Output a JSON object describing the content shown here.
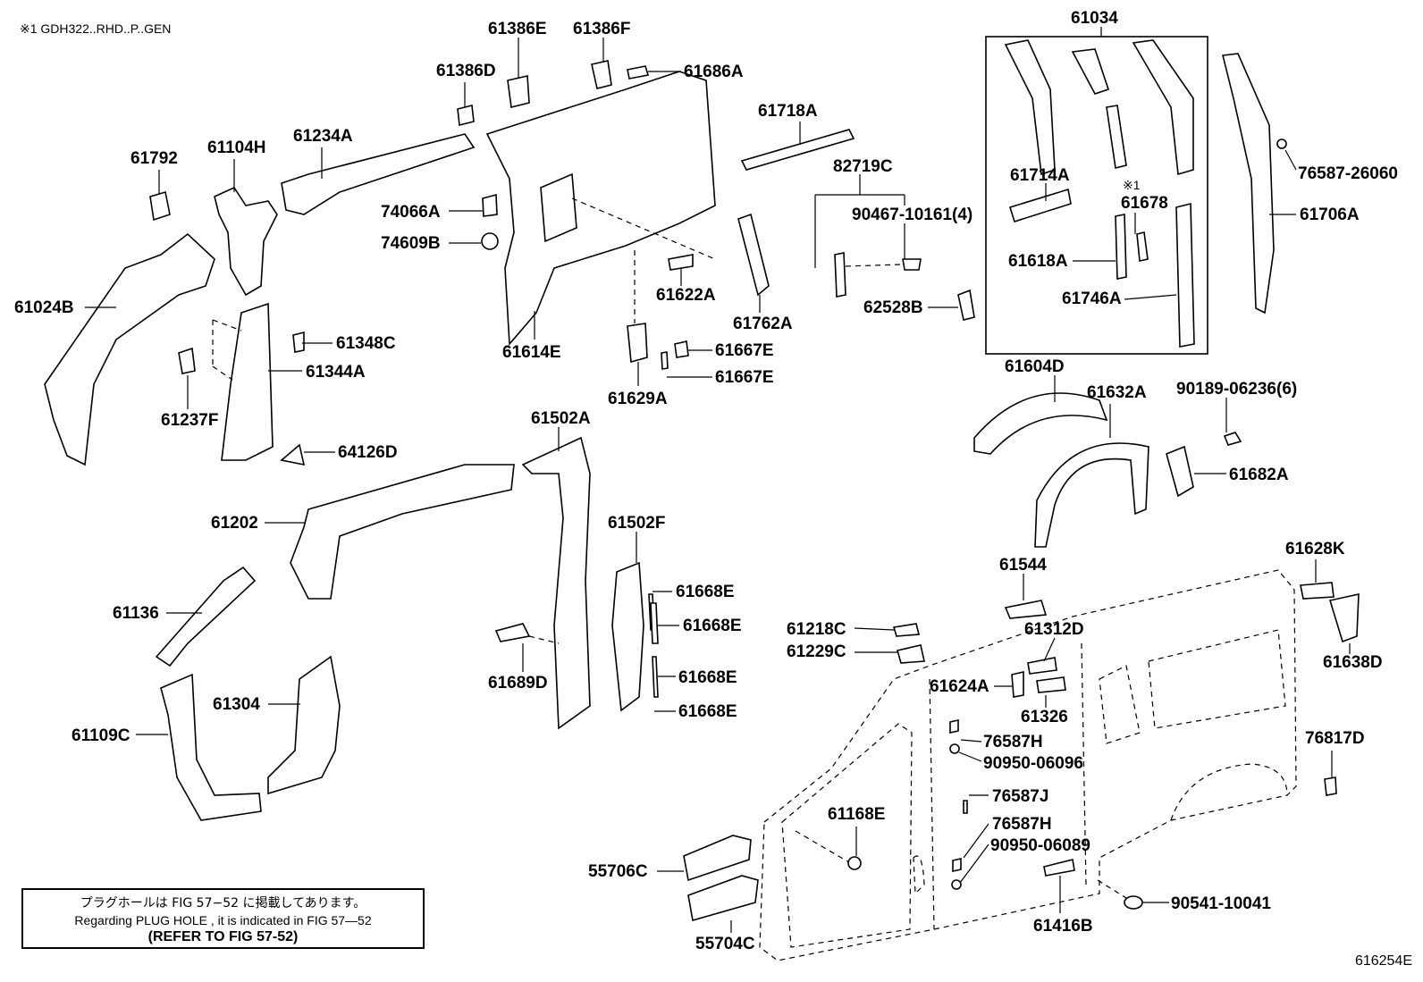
{
  "header_note": "※1 GDH322..RHD..P..GEN",
  "figure_code": "616254E",
  "notice": {
    "line1": "プラグホールは FIG 57−52 に掲載してあります。",
    "line2": "Regarding PLUG HOLE , it is indicated in FIG 57—52",
    "line3": "(REFER TO FIG 57-52)"
  },
  "labels": {
    "p61792": "61792",
    "p61104H": "61104H",
    "p61234A": "61234A",
    "p61386D": "61386D",
    "p61386E": "61386E",
    "p61386F": "61386F",
    "p61686A": "61686A",
    "p61718A": "61718A",
    "p82719C": "82719C",
    "p90467": "90467-10161(4)",
    "p62528B": "62528B",
    "p61034": "61034",
    "p61714A": "61714A",
    "p61678": "61678",
    "p61678_note": "※1",
    "p61618A": "61618A",
    "p61746A": "61746A",
    "p76587_26060": "76587-26060",
    "p61706A": "61706A",
    "p61024B": "61024B",
    "p74066A": "74066A",
    "p74609B": "74609B",
    "p61622A": "61622A",
    "p61762A": "61762A",
    "p61614E": "61614E",
    "p61348C": "61348C",
    "p61344A": "61344A",
    "p61237F": "61237F",
    "p64126D": "64126D",
    "p61667E_1": "61667E",
    "p61667E_2": "61667E",
    "p61629A": "61629A",
    "p61604D": "61604D",
    "p61632A": "61632A",
    "p90189": "90189-06236(6)",
    "p61682A": "61682A",
    "p61502A": "61502A",
    "p61202": "61202",
    "p61502F": "61502F",
    "p61668E_1": "61668E",
    "p61668E_2": "61668E",
    "p61668E_3": "61668E",
    "p61668E_4": "61668E",
    "p61136": "61136",
    "p61689D": "61689D",
    "p61304": "61304",
    "p61109C": "61109C",
    "p61544": "61544",
    "p61628K": "61628K",
    "p61638D": "61638D",
    "p61218C": "61218C",
    "p61229C": "61229C",
    "p61312D": "61312D",
    "p61624A": "61624A",
    "p61326": "61326",
    "p76587H_1": "76587H",
    "p90950_06096": "90950-06096",
    "p76587J": "76587J",
    "p76587H_2": "76587H",
    "p90950_06089": "90950-06089",
    "p61168E": "61168E",
    "p76817D": "76817D",
    "p55706C": "55706C",
    "p55704C": "55704C",
    "p61416B": "61416B",
    "p90541": "90541-10041"
  }
}
